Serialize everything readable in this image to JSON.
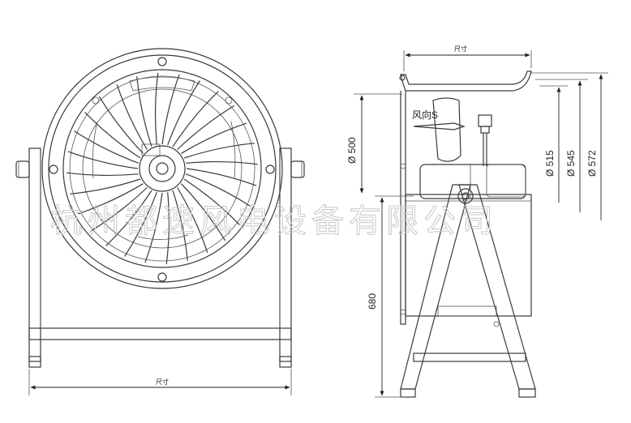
{
  "front_view": {
    "width_label": "尺寸"
  },
  "side_view": {
    "top_width_label": "尺寸",
    "airflow_label": "风向S",
    "dim_500": "Ø 500",
    "dim_515": "Ø 515",
    "dim_545": "Ø 545",
    "dim_572": "Ø 572",
    "height_680": "680"
  },
  "watermark": "杭州都速风电设备有限公司"
}
